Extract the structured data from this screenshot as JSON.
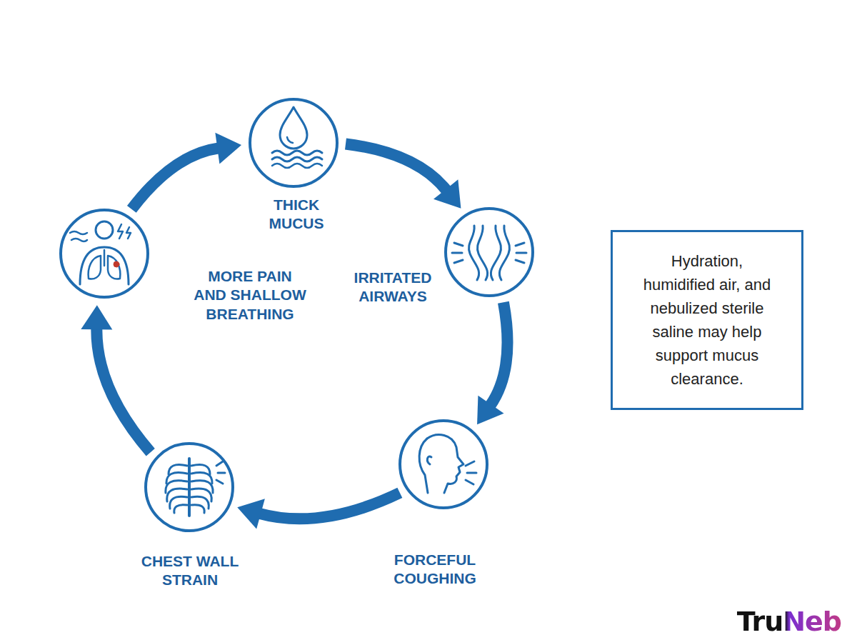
{
  "diagram": {
    "nodes": [
      {
        "text": [
          "THICK MUCUS"
        ]
      },
      {
        "text": [
          "IRRITATED AIRWAYS"
        ]
      },
      {
        "text": [
          "FORCEFUL COUGHING"
        ]
      },
      {
        "text": [
          "CHEST WALL STRAIN"
        ]
      },
      {
        "text": [
          "MORE PAIN AND SHALLOW BREATHING"
        ]
      },
      {
        "text": [
          "Hydration, humidified air, and nebulized sterile saline may help support mucus clearance."
        ]
      }
    ],
    "edges": [
      {
        "from": 0,
        "to": 1,
        "arrow": "to"
      },
      {
        "from": 1,
        "to": 2,
        "arrow": "to"
      },
      {
        "from": 2,
        "to": 3,
        "arrow": "to"
      },
      {
        "from": 3,
        "to": 4,
        "arrow": "to"
      },
      {
        "from": 4,
        "to": 0,
        "arrow": "to"
      }
    ],
    "labels": [
      "TruNeb"
    ]
  }
}
